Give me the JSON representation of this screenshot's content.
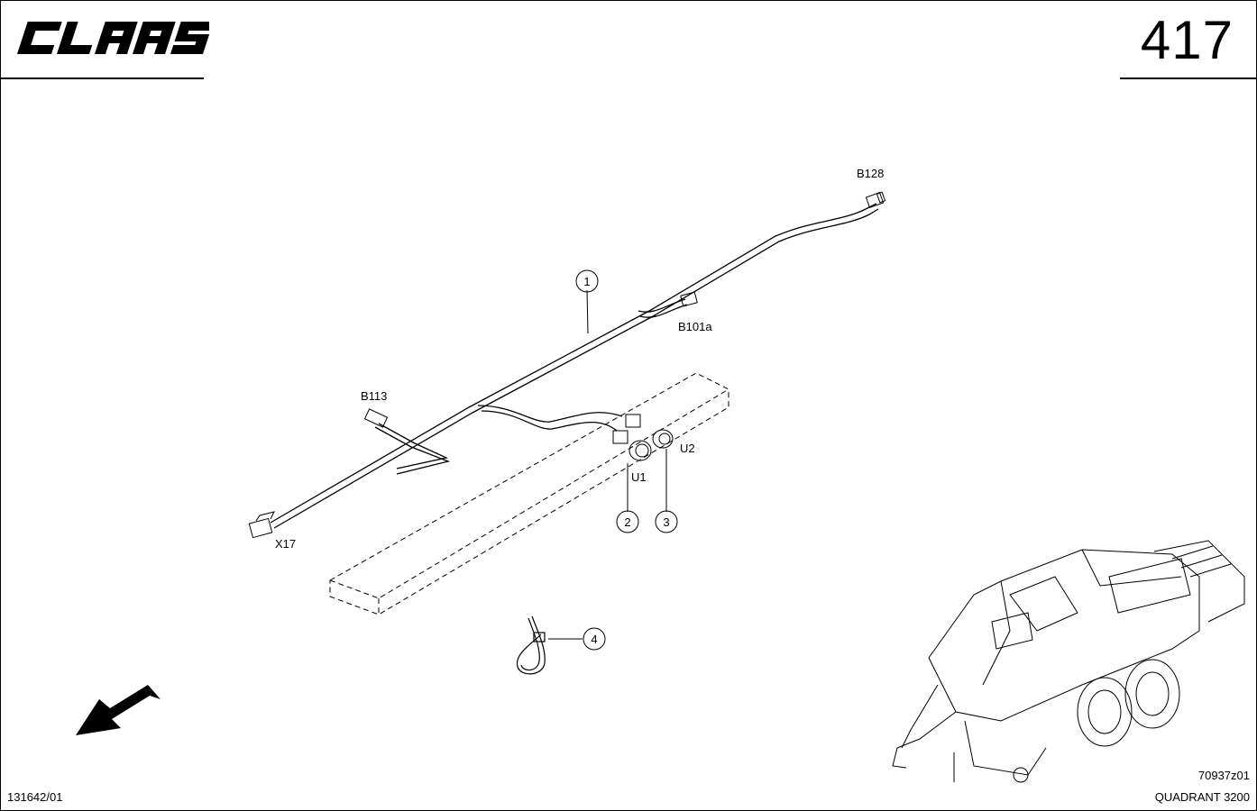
{
  "header": {
    "brand": "CLAAS",
    "page_number": "417"
  },
  "labels": {
    "b128": "B128",
    "b101a": "B101a",
    "b113": "B113",
    "u1": "U1",
    "u2": "U2",
    "x17": "X17"
  },
  "callouts": {
    "c1": "1",
    "c2": "2",
    "c3": "3",
    "c4": "4"
  },
  "footer": {
    "doc_number": "131642/01",
    "figure_code": "70937z01",
    "model": "QUADRANT 3200"
  }
}
